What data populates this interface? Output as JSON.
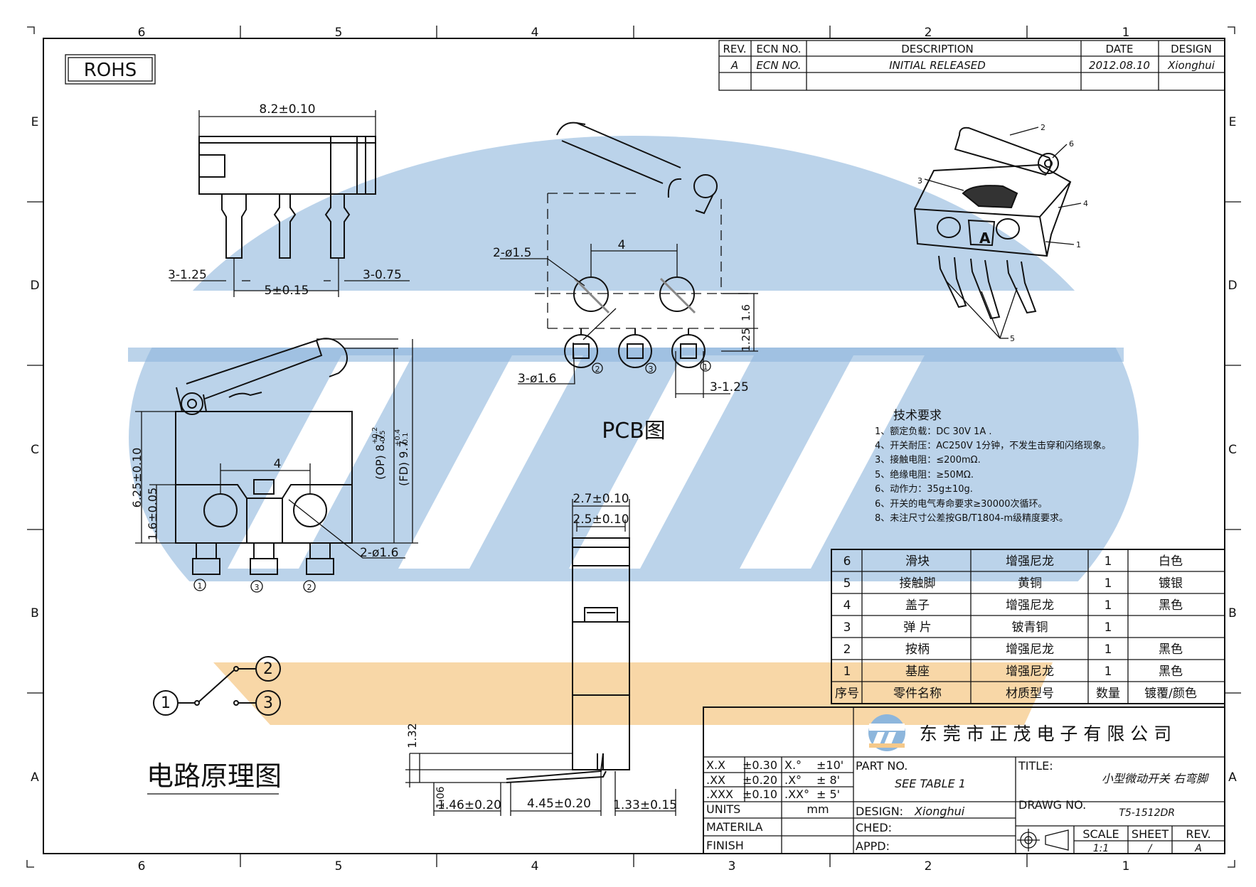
{
  "sheet": {
    "rohs": "ROHS",
    "zones_x": [
      "6",
      "5",
      "4",
      "3",
      "2",
      "1"
    ],
    "zones_y": [
      "E",
      "D",
      "C",
      "B",
      "A"
    ],
    "colors": {
      "watermark_blue": "#8db6dc",
      "watermark_orange": "#f5c98a",
      "line": "#111111"
    }
  },
  "revision": {
    "headers": [
      "REV.",
      "ECN NO.",
      "DESCRIPTION",
      "DATE",
      "DESIGN"
    ],
    "row": [
      "A",
      "ECN NO.",
      "INITIAL RELEASED",
      "2012.08.10",
      "Xionghui"
    ]
  },
  "dims": {
    "top_width": "8.2±0.10",
    "pin_w_left": "3-1.25",
    "pin_w_right": "3-0.75",
    "pin_pitch": "5±0.15",
    "pcb_hole_large": "2-ø1.5",
    "pcb_pitch": "4",
    "pcb_hole_small": "3-ø1.6",
    "pcb_pad": "3-1.25",
    "pcb_h1": "1.6",
    "pcb_h2": "1.25",
    "side_h1": "6.25±0.10",
    "side_h2": "1.6±0.05",
    "side_pitch": "4",
    "op": "(OP) 8.7",
    "op_tol_top": "+0.2",
    "op_tol_bot": "-0.5",
    "fd": "(FD) 9.7",
    "fd_tol_top": "+0.4",
    "fd_tol_bot": "-0.1",
    "side_hole": "2-ø1.6",
    "end_w1": "2.7±0.10",
    "end_w2": "2.5±0.10",
    "end_h": "1.32",
    "end_t": "1.06",
    "end_b1": "1.46±0.20",
    "end_b2": "4.45±0.20",
    "end_b3": "1.33±0.15"
  },
  "labels": {
    "pcb": "PCB图",
    "circuit": "电路原理图",
    "pin1": "1",
    "pin2": "2",
    "pin3": "3",
    "iso": [
      "1",
      "2",
      "3",
      "4",
      "5",
      "6"
    ],
    "iso_letter": "A"
  },
  "tech": {
    "title": "技术要求",
    "items": [
      "1、额定负载：DC 30V 1A .",
      "4、开关耐压：AC250V 1分钟，不发生击穿和闪络现象。",
      "3、接触电阻：≤200mΩ.",
      "5、绝缘电阻：≥50MΩ.",
      "6、动作力：35g±10g.",
      "6、开关的电气寿命要求≥30000次循环。",
      "8、未注尺寸公差按GB/T1804-m级精度要求。"
    ]
  },
  "bom": {
    "rows": [
      [
        "6",
        "滑块",
        "增强尼龙",
        "1",
        "白色"
      ],
      [
        "5",
        "接触脚",
        "黄铜",
        "1",
        "镀银"
      ],
      [
        "4",
        "盖子",
        "增强尼龙",
        "1",
        "黑色"
      ],
      [
        "3",
        "弹 片",
        "铍青铜",
        "1",
        ""
      ],
      [
        "2",
        "按柄",
        "增强尼龙",
        "1",
        "黑色"
      ],
      [
        "1",
        "基座",
        "增强尼龙",
        "1",
        "黑色"
      ]
    ],
    "header": [
      "序号",
      "零件名称",
      "材质型号",
      "数量",
      "镀覆/颜色"
    ]
  },
  "title_block": {
    "company": "东 莞 市 正 茂 电 子 有 限 公 司",
    "tolerances": [
      [
        "X.X",
        "±0.30",
        "X.°",
        "±10'"
      ],
      [
        ".XX",
        "±0.20",
        ".X°",
        "± 8'"
      ],
      [
        ".XXX",
        "±0.10",
        ".XX°",
        "± 5'"
      ]
    ],
    "units_label": "UNITS",
    "units_value": "mm",
    "materila_label": "MATERILA",
    "finish_label": "FINISH",
    "part_label": "PART NO.",
    "part_value": "SEE TABLE 1",
    "design_label": "DESIGN:",
    "design_value": "Xionghui",
    "ched_label": "CHED:",
    "appd_label": "APPD:",
    "title_label": "TITLE:",
    "title_value": "小型微动开关 右弯脚",
    "drawg_label": "DRAWG NO.",
    "drawg_value": "T5-1512DR",
    "scale_label": "SCALE",
    "scale_value": "1:1",
    "sheet_label": "SHEET",
    "sheet_value": "/",
    "rev_label": "REV.",
    "rev_value": "A"
  }
}
